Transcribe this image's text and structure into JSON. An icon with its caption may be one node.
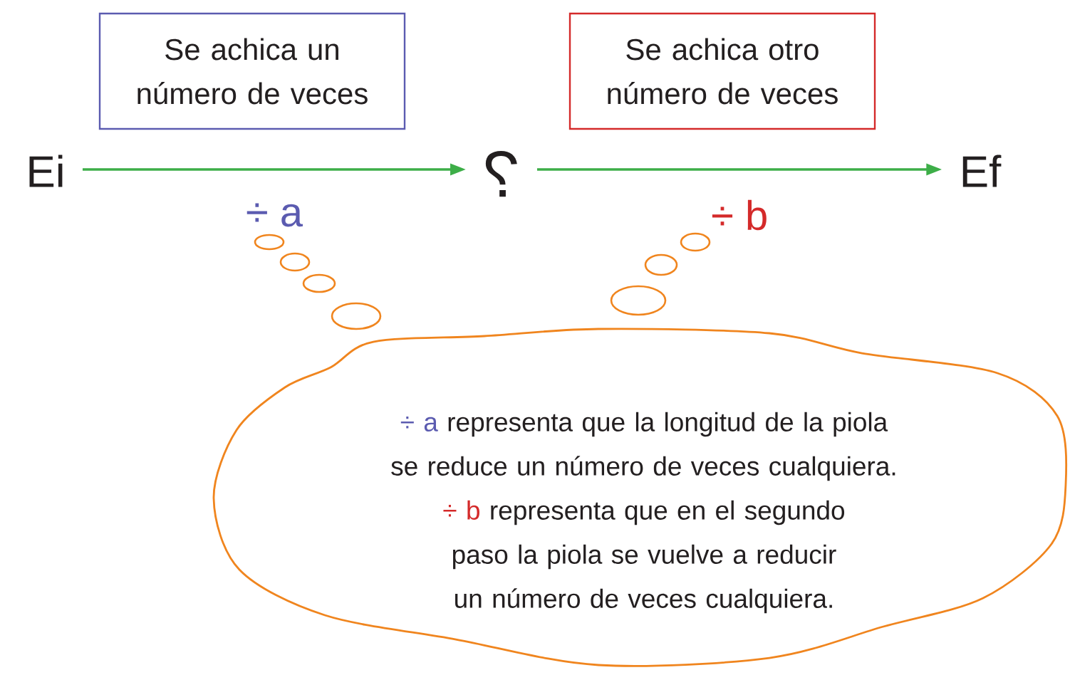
{
  "diagram": {
    "nodes": [
      {
        "text": [
          "Se achica un número de veces"
        ]
      },
      {
        "text": [
          "Se achica otro número de veces"
        ]
      },
      {
        "text": [
          "Ei"
        ]
      },
      {
        "text": [
          "?"
        ]
      },
      {
        "text": [
          "Ef"
        ]
      },
      {
        "text": [
          "÷ a",
          "representa que la longitud de la piola se reduce un número de veces cualquiera.",
          "÷ b",
          "representa que en el segundo paso la piola se vuelve a reducir un número de veces cualquiera."
        ]
      }
    ],
    "edges": [
      {
        "from": 2,
        "to": 3,
        "arrow": "to",
        "label": "÷ a"
      },
      {
        "from": 3,
        "to": 4,
        "arrow": "to",
        "label": "÷ b"
      }
    ]
  }
}
